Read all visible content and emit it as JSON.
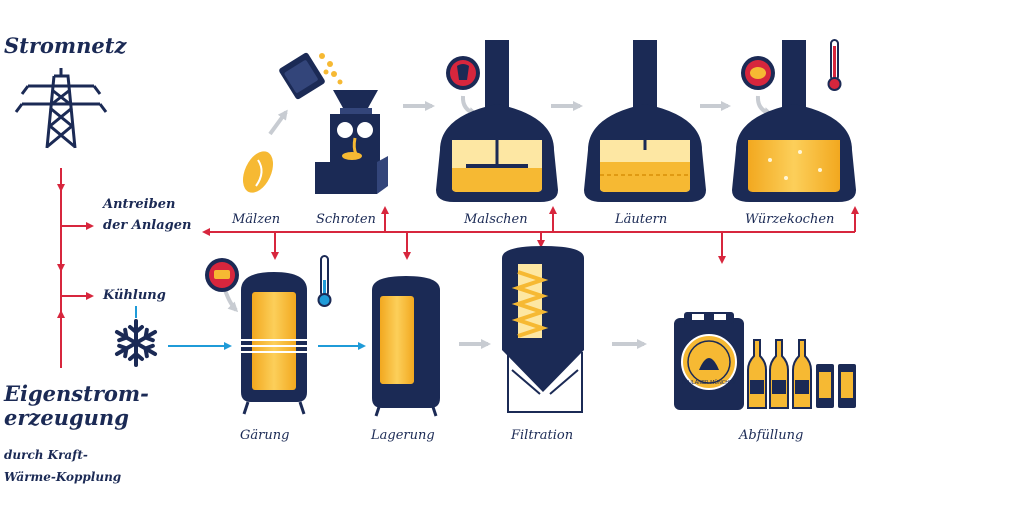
{
  "sources": {
    "grid": "Stromnetz",
    "self_gen_line1": "Eigenstrom-",
    "self_gen_line2": "erzeugung",
    "chp_line1": "durch Kraft-",
    "chp_line2": "Wärme-Kopplung"
  },
  "uses": {
    "drive_line1": "Antreiben",
    "drive_line2": "der Anlagen",
    "cooling": "Kühlung"
  },
  "steps": {
    "malting": "Mälzen",
    "milling": "Schroten",
    "mashing": "Malschen",
    "lautering": "Läutern",
    "boiling": "Würzekochen",
    "fermentation": "Gärung",
    "storage": "Lagerung",
    "filtration": "Filtration",
    "bottling": "Abfüllung"
  },
  "keg_text": "PAULANER MÜNCHEN",
  "colors": {
    "navy": "#1b2a55",
    "beer": "#f6b933",
    "beer_light": "#fde7a3",
    "power_red": "#d7263d",
    "cooling_blue": "#1f9bd8",
    "arrow_grey": "#c8ccd2"
  },
  "icons": [
    "pylon-icon",
    "snowflake-icon",
    "thermometer-icon",
    "hops-badge-icon",
    "spice-badge-icon",
    "yeast-badge-icon"
  ]
}
